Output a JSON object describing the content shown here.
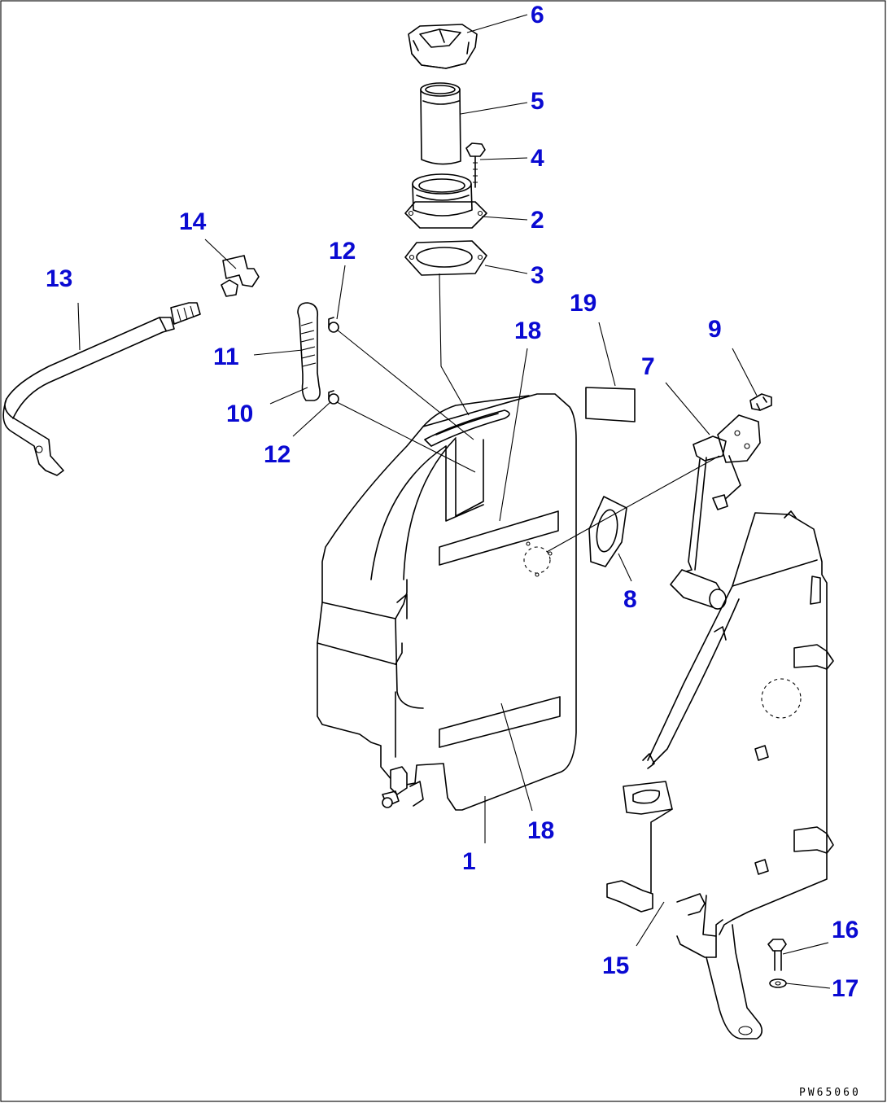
{
  "diagram": {
    "drawing_code": "PW65060",
    "callouts": {
      "c1": "1",
      "c2": "2",
      "c3": "3",
      "c4": "4",
      "c5": "5",
      "c6": "6",
      "c7": "7",
      "c8": "8",
      "c9": "9",
      "c10": "10",
      "c11": "11",
      "c12a": "12",
      "c12b": "12",
      "c13": "13",
      "c14": "14",
      "c15": "15",
      "c16": "16",
      "c17": "17",
      "c18a": "18",
      "c18b": "18",
      "c19": "19"
    },
    "colors": {
      "callout": "#0a0ad2",
      "line": "#000000"
    }
  }
}
